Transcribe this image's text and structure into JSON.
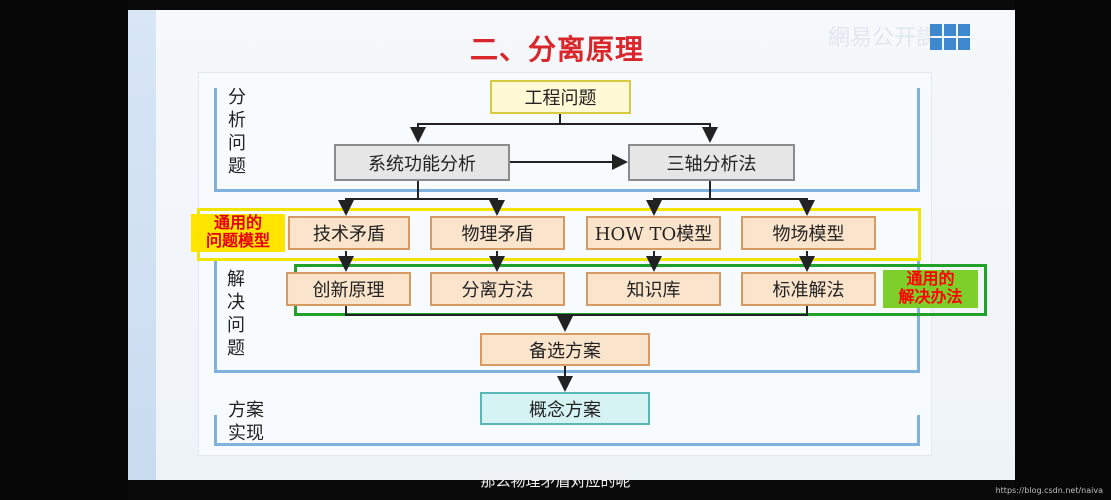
{
  "slide": {
    "title": "二、分离原理",
    "watermark": "網易公开課"
  },
  "sections": {
    "analyze": [
      "分",
      "析",
      "问",
      "题"
    ],
    "solve": [
      "解",
      "决",
      "问",
      "题"
    ],
    "implement": [
      "方案",
      "实现"
    ]
  },
  "diagram": {
    "top": "工程问题",
    "left_method": "系统功能分析",
    "right_method": "三轴分析法",
    "contradictions": [
      "技术矛盾",
      "物理矛盾",
      "HOW TO模型",
      "物场模型"
    ],
    "solutions": [
      "创新原理",
      "分离方法",
      "知识库",
      "标准解法"
    ],
    "candidate": "备选方案",
    "concept": "概念方案",
    "general_models_tag": [
      "通用的",
      "问题模型"
    ],
    "general_solutions_tag": [
      "通用的",
      "解决办法"
    ]
  },
  "caption": "那么物理矛盾对应的呢",
  "url": "https://blog.csdn.net/naiva",
  "colors": {
    "title": "#d8262b",
    "box_orange": "#fbe4cc",
    "box_gray": "#e6e6e6",
    "box_yellow": "#fff9d6",
    "box_cyan": "#d6f3f3",
    "band_blue": "#7fb2df",
    "highlight_yellow": "#f1e400",
    "highlight_green": "#21a02a"
  }
}
